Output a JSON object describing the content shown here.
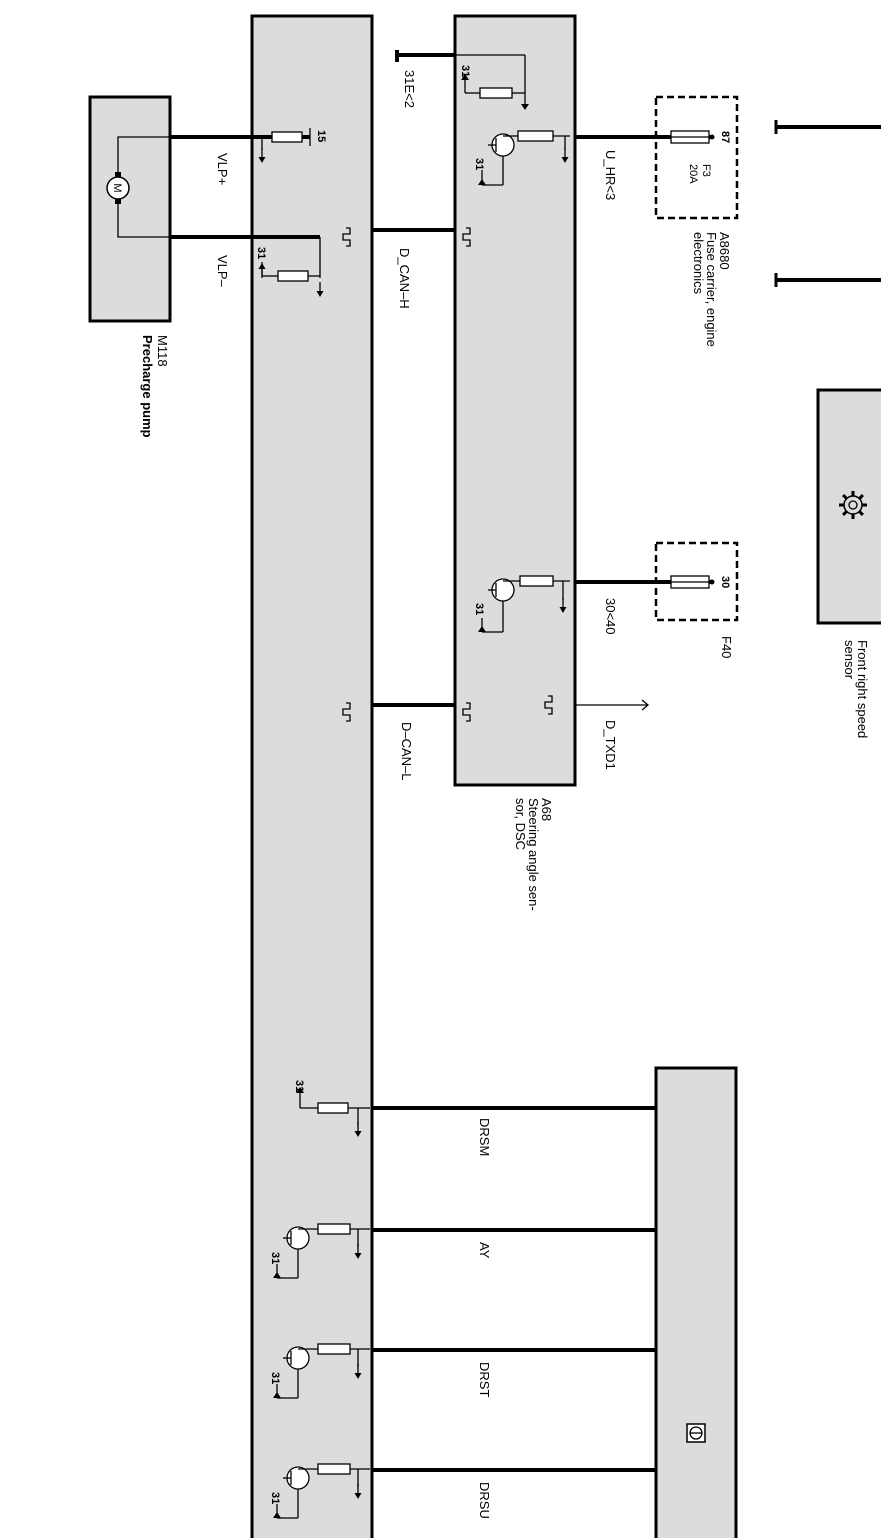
{
  "modules": {
    "m118": {
      "id": "M118",
      "name": "Precharge pump",
      "motor_symbol": "M"
    },
    "a68": {
      "id": "A68",
      "name_line1": "Steering angle sen-",
      "name_line2": "sor, DSC"
    },
    "a8680": {
      "id": "A8680",
      "name_line1": "Fuse carrier, engine",
      "name_line2": "electronics"
    },
    "speed_sensor": {
      "name_line1": "Front right speed",
      "name_line2": "sensor"
    }
  },
  "fuses": {
    "f3": {
      "pin": "87",
      "id": "F3",
      "rating": "20A"
    },
    "f40": {
      "pin": "30",
      "id": "F40"
    }
  },
  "signals": {
    "vlp_plus": "VLP+",
    "vlp_minus": "VLP–",
    "d_can_h": "D_CAN–H",
    "d_can_l": "D–CAN–L",
    "u_hr": "U_HR<3",
    "ground_31e": "31E<2",
    "supply_30": "30<40",
    "d_txd1": "D_TXD1",
    "drsm": "DRSM",
    "ay": "AY",
    "drst": "DRST",
    "drsu": "DRSU"
  },
  "pins": {
    "p15": "15",
    "p31": "31"
  },
  "icons": {
    "motor": "motor-icon",
    "gear": "gear-icon",
    "sensor": "yaw-sensor-icon"
  }
}
